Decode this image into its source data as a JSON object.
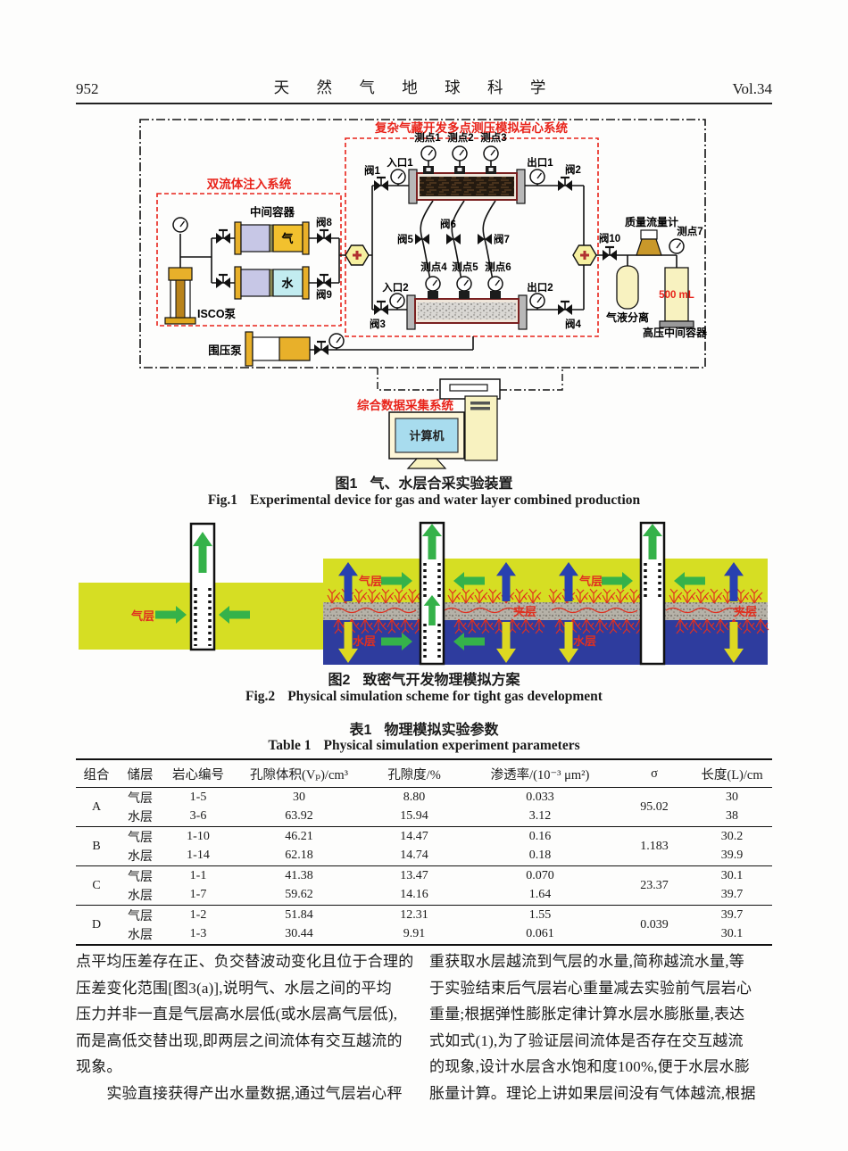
{
  "header": {
    "page_number": "952",
    "journal": "天 然 气 地 球 科 学",
    "volume": "Vol.34"
  },
  "fig1": {
    "caption_no": "图1",
    "caption_zh": "气、水层合采实验装置",
    "caption_en_no": "Fig.1",
    "caption_en": "Experimental device for gas and water layer combined production",
    "labels": {
      "injection_title": "双流体注入系统",
      "core_title": "复杂气藏开发多点测压模拟岩心系统",
      "daq_title": "综合数据采集系统",
      "computer": "计算机",
      "isco_pump": "ISCO泵",
      "confining_pump": "围压泵",
      "intermediate": "中间容器",
      "gas": "气",
      "water": "水",
      "valve1": "阀1",
      "valve2": "阀2",
      "valve3": "阀3",
      "valve4": "阀4",
      "valve5": "阀5",
      "valve6": "阀6",
      "valve7": "阀7",
      "valve8": "阀8",
      "valve9": "阀9",
      "valve10": "阀10",
      "inlet1": "入口1",
      "inlet2": "入口2",
      "outlet1": "出口1",
      "outlet2": "出口2",
      "point1": "测点1",
      "point2": "测点2",
      "point3": "测点3",
      "point4": "测点4",
      "point5": "测点5",
      "point6": "测点6",
      "point7": "测点7",
      "mass_flowmeter": "质量流量计",
      "separator": "气液分离",
      "hp_container": "高压中间容器",
      "vol500": "500 mL"
    }
  },
  "fig2": {
    "caption_no": "图2",
    "caption_zh": "致密气开发物理模拟方案",
    "caption_en_no": "Fig.2",
    "caption_en": "Physical simulation scheme for tight gas development",
    "labels": {
      "gas1": "气层",
      "gas2": "气层",
      "gas3": "气层",
      "water2": "水层",
      "water3": "水层",
      "inter2": "夹层",
      "inter3": "夹层"
    }
  },
  "table1": {
    "caption_no": "表1",
    "caption_zh": "物理模拟实验参数",
    "caption_en_no": "Table 1",
    "caption_en": "Physical simulation experiment parameters",
    "headers": [
      "组合",
      "储层",
      "岩心编号",
      "孔隙体积(Vₚ)/cm³",
      "孔隙度/%",
      "渗透率/(10⁻³ μm²)",
      "σ",
      "长度(L)/cm"
    ],
    "groups": [
      {
        "id": "A",
        "sigma": "95.02",
        "rows": [
          [
            "气层",
            "1-5",
            "30",
            "8.80",
            "0.033",
            "30"
          ],
          [
            "水层",
            "3-6",
            "63.92",
            "15.94",
            "3.12",
            "38"
          ]
        ]
      },
      {
        "id": "B",
        "sigma": "1.183",
        "rows": [
          [
            "气层",
            "1-10",
            "46.21",
            "14.47",
            "0.16",
            "30.2"
          ],
          [
            "水层",
            "1-14",
            "62.18",
            "14.74",
            "0.18",
            "39.9"
          ]
        ]
      },
      {
        "id": "C",
        "sigma": "23.37",
        "rows": [
          [
            "气层",
            "1-1",
            "41.38",
            "13.47",
            "0.070",
            "30.1"
          ],
          [
            "水层",
            "1-7",
            "59.62",
            "14.16",
            "1.64",
            "39.7"
          ]
        ]
      },
      {
        "id": "D",
        "sigma": "0.039",
        "rows": [
          [
            "气层",
            "1-2",
            "51.84",
            "12.31",
            "1.55",
            "39.7"
          ],
          [
            "水层",
            "1-3",
            "30.44",
            "9.91",
            "0.061",
            "30.1"
          ]
        ]
      }
    ]
  },
  "body": {
    "left_lines": [
      "点平均压差存在正、负交替波动变化且位于合理的",
      "压差变化范围[图3(a)],说明气、水层之间的平均",
      "压力并非一直是气层高水层低(或水层高气层低),",
      "而是高低交替出现,即两层之间流体有交互越流的",
      "现象。",
      "　　实验直接获得产出水量数据,通过气层岩心秤"
    ],
    "right_lines": [
      "重获取水层越流到气层的水量,简称越流水量,等",
      "于实验结束后气层岩心重量减去实验前气层岩心",
      "重量;根据弹性膨胀定律计算水层水膨胀量,表达",
      "式如式(1),为了验证层间流体是否存在交互越流",
      "的现象,设计水层含水饱和度100%,便于水层水膨",
      "胀量计算。理论上讲如果层间没有气体越流,根据"
    ]
  }
}
